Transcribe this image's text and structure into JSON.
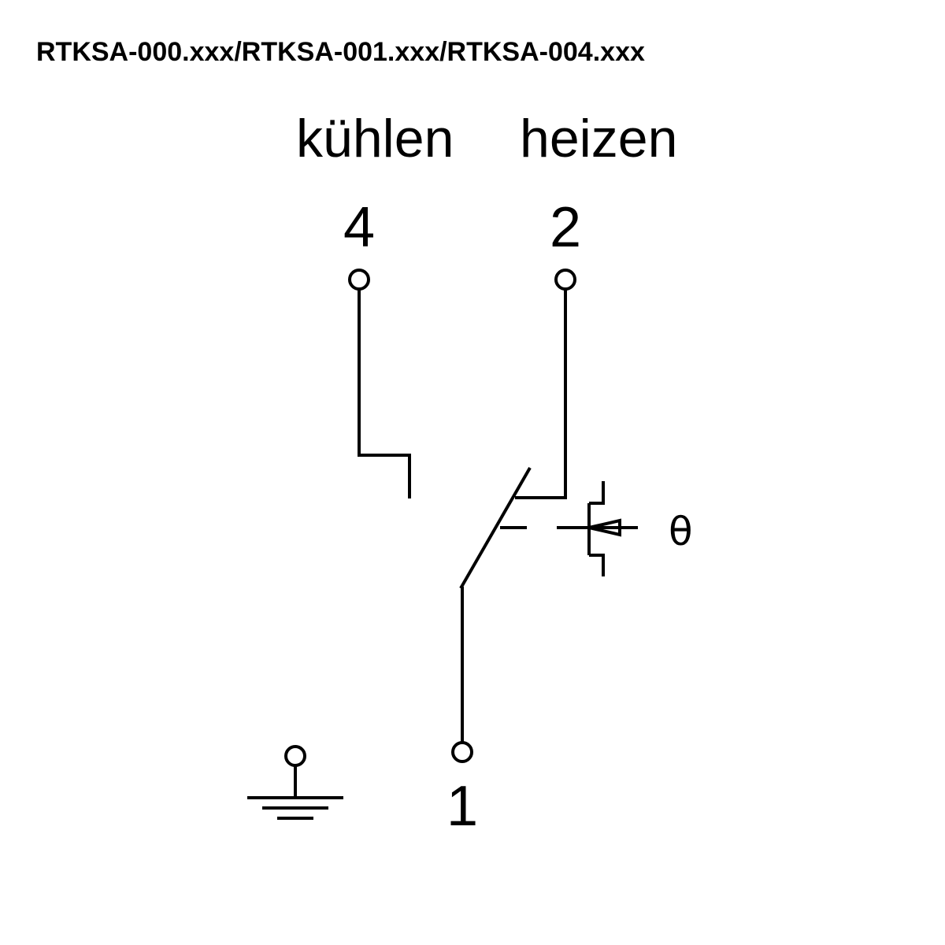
{
  "title": "RTKSA-000.xxx/RTKSA-001.xxx/RTKSA-004.xxx",
  "modes": {
    "cooling": "kühlen",
    "heating": "heizen"
  },
  "terminals": {
    "t4": "4",
    "t2": "2",
    "t1": "1"
  },
  "sensor": {
    "symbol": "θ"
  },
  "colors": {
    "line": "#000000",
    "background": "#ffffff"
  },
  "icons": {
    "ground": "ground-icon",
    "switch": "changeover-switch-icon",
    "sensor": "thermal-actuator-icon"
  }
}
